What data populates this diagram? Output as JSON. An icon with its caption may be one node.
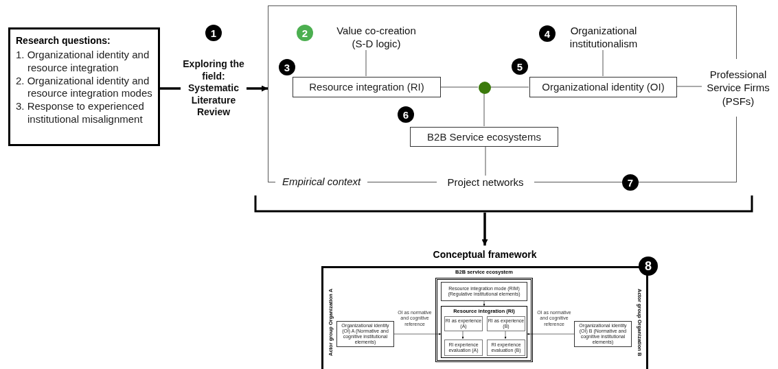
{
  "diagram": {
    "nodes": [
      {
        "text": [
          "Research questions:",
          "1. Organizational identity and resource integration",
          "2. Organizational identity and resource integration modes",
          "3. Response to experienced institutional misalignment"
        ]
      },
      {
        "text": [
          "1"
        ]
      },
      {
        "text": [
          "Exploring the field: Systematic Literature Review"
        ]
      },
      {
        "text": [
          "Empirical context"
        ]
      },
      {
        "text": [
          "2"
        ],
        "in": 3
      },
      {
        "text": [
          "Value co-creation (S-D logic)"
        ],
        "in": 3
      },
      {
        "text": [
          "3"
        ],
        "in": 3
      },
      {
        "text": [
          "Resource integration (RI)"
        ],
        "in": 3
      },
      {
        "text": [
          "4"
        ],
        "in": 3
      },
      {
        "text": [
          "Organizational institutionalism"
        ],
        "in": 3
      },
      {
        "text": [
          "5"
        ],
        "in": 3
      },
      {
        "text": [
          "Organizational identity (OI)"
        ],
        "in": 3
      },
      {
        "text": [
          "Professional Service Firms (PSFs)"
        ]
      },
      {
        "text": [],
        "shape": "circle",
        "in": 3
      },
      {
        "text": [
          "6"
        ],
        "in": 3
      },
      {
        "text": [
          "B2B Service ecosystems"
        ],
        "in": 3
      },
      {
        "text": [
          "Project networks"
        ]
      },
      {
        "text": [
          "7"
        ]
      },
      {
        "text": [
          "Conceptual framework"
        ]
      },
      {
        "text": [
          "8"
        ]
      },
      {
        "text": [
          "Actor group Organization A"
        ],
        "in": 18
      },
      {
        "text": [
          "Organizational identity (OI) A (Normative and cognitive institutional elements)"
        ],
        "in": 18
      },
      {
        "text": [
          "B2B service ecosystem"
        ],
        "in": 18
      },
      {
        "text": [
          "Resource integration mode (RIM) (Regulative institutional elements)"
        ],
        "in": 22
      },
      {
        "text": [
          "Resource integration (RI)"
        ],
        "in": 22
      },
      {
        "text": [
          "RI as experience (A)"
        ],
        "in": 24
      },
      {
        "text": [
          "RI as experience (B)"
        ],
        "in": 24
      },
      {
        "text": [
          "RI experience evaluation (A)"
        ],
        "in": 24
      },
      {
        "text": [
          "RI experience evaluation (B)"
        ],
        "in": 24
      },
      {
        "text": [
          "Organizational identity (OI) B (Normative and cognitive institutional elements)"
        ],
        "in": 18
      },
      {
        "text": [
          "Actor group Organization B"
        ],
        "in": 18
      },
      {
        "text": [],
        "shape": "bracket"
      }
    ],
    "edges": [
      {
        "from": 0,
        "to": 2,
        "arrow": "none",
        "style": "thick"
      },
      {
        "from": 2,
        "to": 3,
        "arrow": "to",
        "style": "thick"
      },
      {
        "from": 5,
        "to": 7,
        "arrow": "none"
      },
      {
        "from": 9,
        "to": 11,
        "arrow": "none"
      },
      {
        "from": 7,
        "to": 13,
        "arrow": "none"
      },
      {
        "from": 13,
        "to": 11,
        "arrow": "none"
      },
      {
        "from": 13,
        "to": 15,
        "arrow": "none"
      },
      {
        "from": 11,
        "to": 12,
        "arrow": "none"
      },
      {
        "from": 15,
        "to": 16,
        "arrow": "none"
      },
      {
        "from": 31,
        "to": 18,
        "arrow": "to",
        "style": "thick"
      },
      {
        "from": 23,
        "to": 24,
        "arrow": "to"
      },
      {
        "from": 25,
        "to": 27,
        "arrow": "to"
      },
      {
        "from": 26,
        "to": 28,
        "arrow": "to"
      },
      {
        "from": 21,
        "to": 24,
        "arrow": "to",
        "label": "OI as normative and cognitive reference"
      },
      {
        "from": 29,
        "to": 24,
        "arrow": "to",
        "label": "OI as normative and cognitive reference"
      }
    ]
  }
}
